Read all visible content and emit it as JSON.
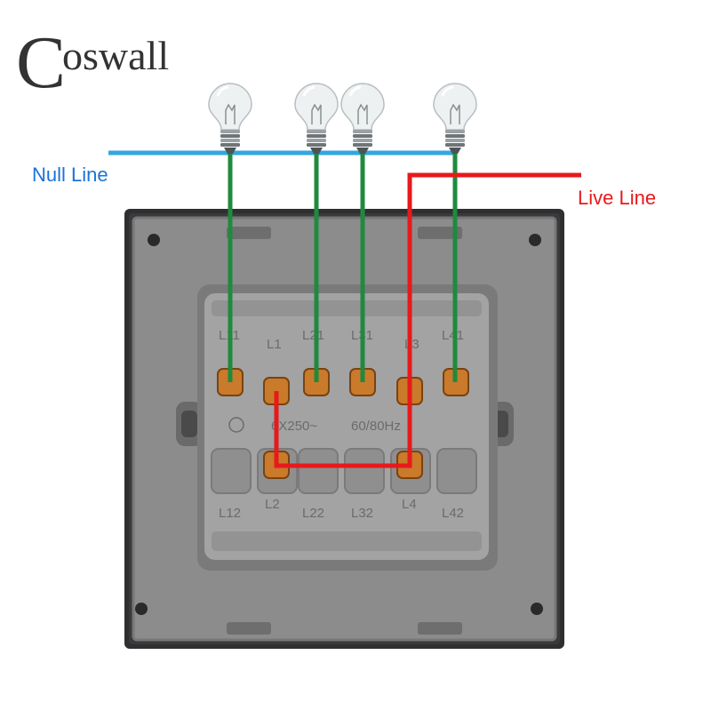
{
  "brand": {
    "initial": "C",
    "rest": "oswall"
  },
  "labels": {
    "null_line": "Null Line",
    "live_line": "Live Line"
  },
  "colors": {
    "null_line": "#33a6e0",
    "live_line": "#e8191b",
    "load_wire": "#1f8a3e",
    "null_label": "#1a73d9",
    "live_label": "#e8191b",
    "frame": "#2f2f31",
    "plate": "#8c8c8c",
    "module": "#a3a3a3",
    "terminal": "#c97a2b"
  },
  "terminals": {
    "top": [
      "L11",
      "L1",
      "L21",
      "L31",
      "L3",
      "L41"
    ],
    "bottom": [
      "L12",
      "L2",
      "L22",
      "L32",
      "L4",
      "L42"
    ]
  },
  "rating": {
    "current": "6X250~",
    "freq": "60/80Hz"
  },
  "bulb_count": 4
}
